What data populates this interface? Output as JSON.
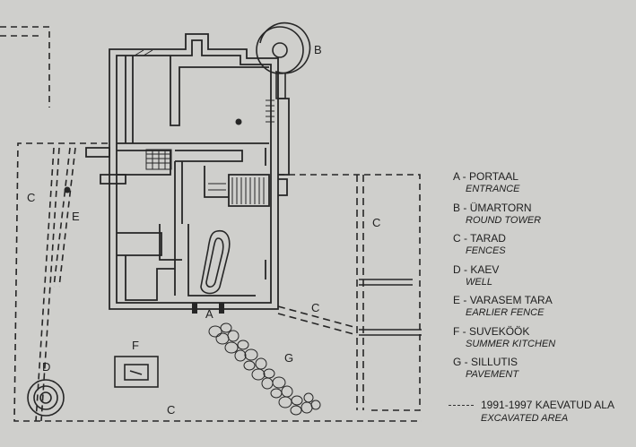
{
  "map_labels": {
    "a": "A",
    "b": "B",
    "c": "C",
    "d": "D",
    "e": "E",
    "f": "F",
    "g": "G"
  },
  "legend": [
    {
      "key": "A",
      "name": "PORTAAL",
      "translation": "ENTRANCE"
    },
    {
      "key": "B",
      "name": "ÜMARTORN",
      "translation": "ROUND TOWER"
    },
    {
      "key": "C",
      "name": "TARAD",
      "translation": "FENCES"
    },
    {
      "key": "D",
      "name": "KAEV",
      "translation": "WELL"
    },
    {
      "key": "E",
      "name": "VARASEM TARA",
      "translation": "EARLIER FENCE"
    },
    {
      "key": "F",
      "name": "SUVEKÖÖK",
      "translation": "SUMMER KITCHEN"
    },
    {
      "key": "G",
      "name": "SILLUTIS",
      "translation": "PAVEMENT"
    }
  ],
  "excavated_area": {
    "name": "1991-1997 KAEVATUD ALA",
    "translation": "EXCAVATED AREA"
  },
  "colors": {
    "background": "#cfcfcc",
    "wall": "#262626",
    "fill": "#d9d9d6"
  }
}
